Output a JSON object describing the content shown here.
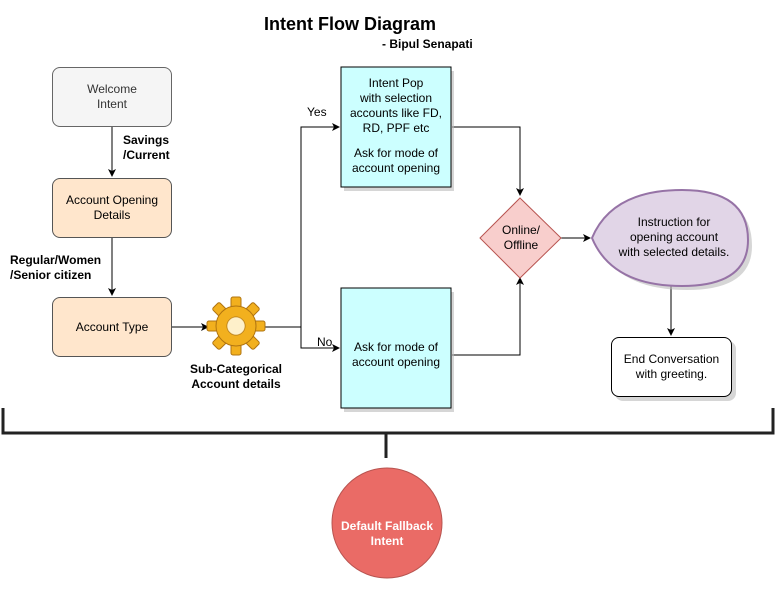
{
  "title": "Intent Flow Diagram",
  "author": "- Bipul Senapati",
  "nodes": {
    "welcome": "Welcome\nIntent",
    "account_opening": "Account Opening\nDetails",
    "account_type": "Account Type",
    "sub_categorical": "Sub-Categorical\nAccount details",
    "intent_pop_line1": "Intent Pop\nwith selection\naccounts like FD,\nRD, PPF etc",
    "intent_pop_line2": "Ask for mode of\naccount opening",
    "ask_mode": "Ask for mode of\naccount opening",
    "online_offline": "Online/\nOffline",
    "instruction": "Instruction for\nopening account\nwith selected details.",
    "end_conversation": "End Conversation\nwith greeting.",
    "default_fallback": "Default Fallback\nIntent"
  },
  "edge_labels": {
    "savings_current": "Savings\n/Current",
    "regular_women_senior": "Regular/Women\n/Senior citizen",
    "yes": "Yes",
    "no": "No"
  },
  "colors": {
    "welcome_fill": "#f5f5f5",
    "peach_fill": "#ffe6cc",
    "cyan_fill": "#ccffff",
    "diamond_fill": "#f8cecc",
    "diamond_stroke": "#b85450",
    "purple_fill": "#e1d5e7",
    "purple_stroke": "#9673a6",
    "fallback_fill": "#ea6b66",
    "gear": "#f2b01e"
  }
}
